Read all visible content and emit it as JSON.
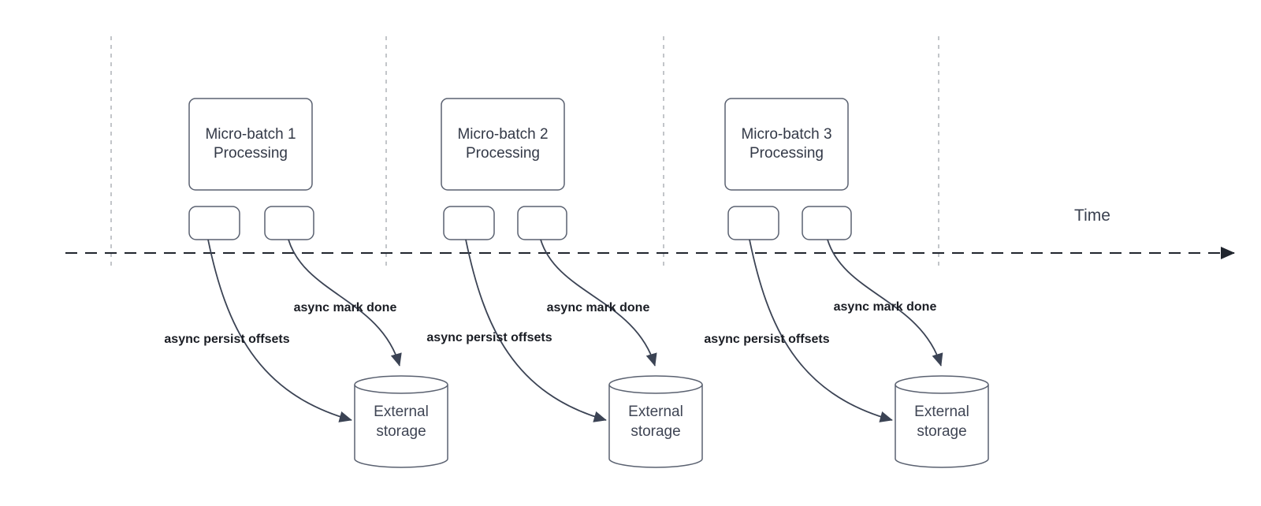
{
  "diagram": {
    "time_axis": {
      "label": "Time"
    },
    "batches": [
      {
        "box_line1": "Micro-batch 1",
        "box_line2": "Processing",
        "persist_label": "async persist offsets",
        "done_label": "async mark done",
        "storage_line1": "External",
        "storage_line2": "storage"
      },
      {
        "box_line1": "Micro-batch 2",
        "box_line2": "Processing",
        "persist_label": "async persist offsets",
        "done_label": "async mark done",
        "storage_line1": "External",
        "storage_line2": "storage"
      },
      {
        "box_line1": "Micro-batch 3",
        "box_line2": "Processing",
        "persist_label": "async persist offsets",
        "done_label": "async mark done",
        "storage_line1": "External",
        "storage_line2": "storage"
      }
    ],
    "colors": {
      "background": "#ffffff",
      "connector_line": "#3b4354",
      "timeline_line": "#20252e",
      "lane_divider": "#b4b7bc",
      "shape_stroke": "#5a6170",
      "shape_fill": "#ffffff",
      "box_text": "#333947",
      "label_text": "#1a1d24"
    }
  }
}
